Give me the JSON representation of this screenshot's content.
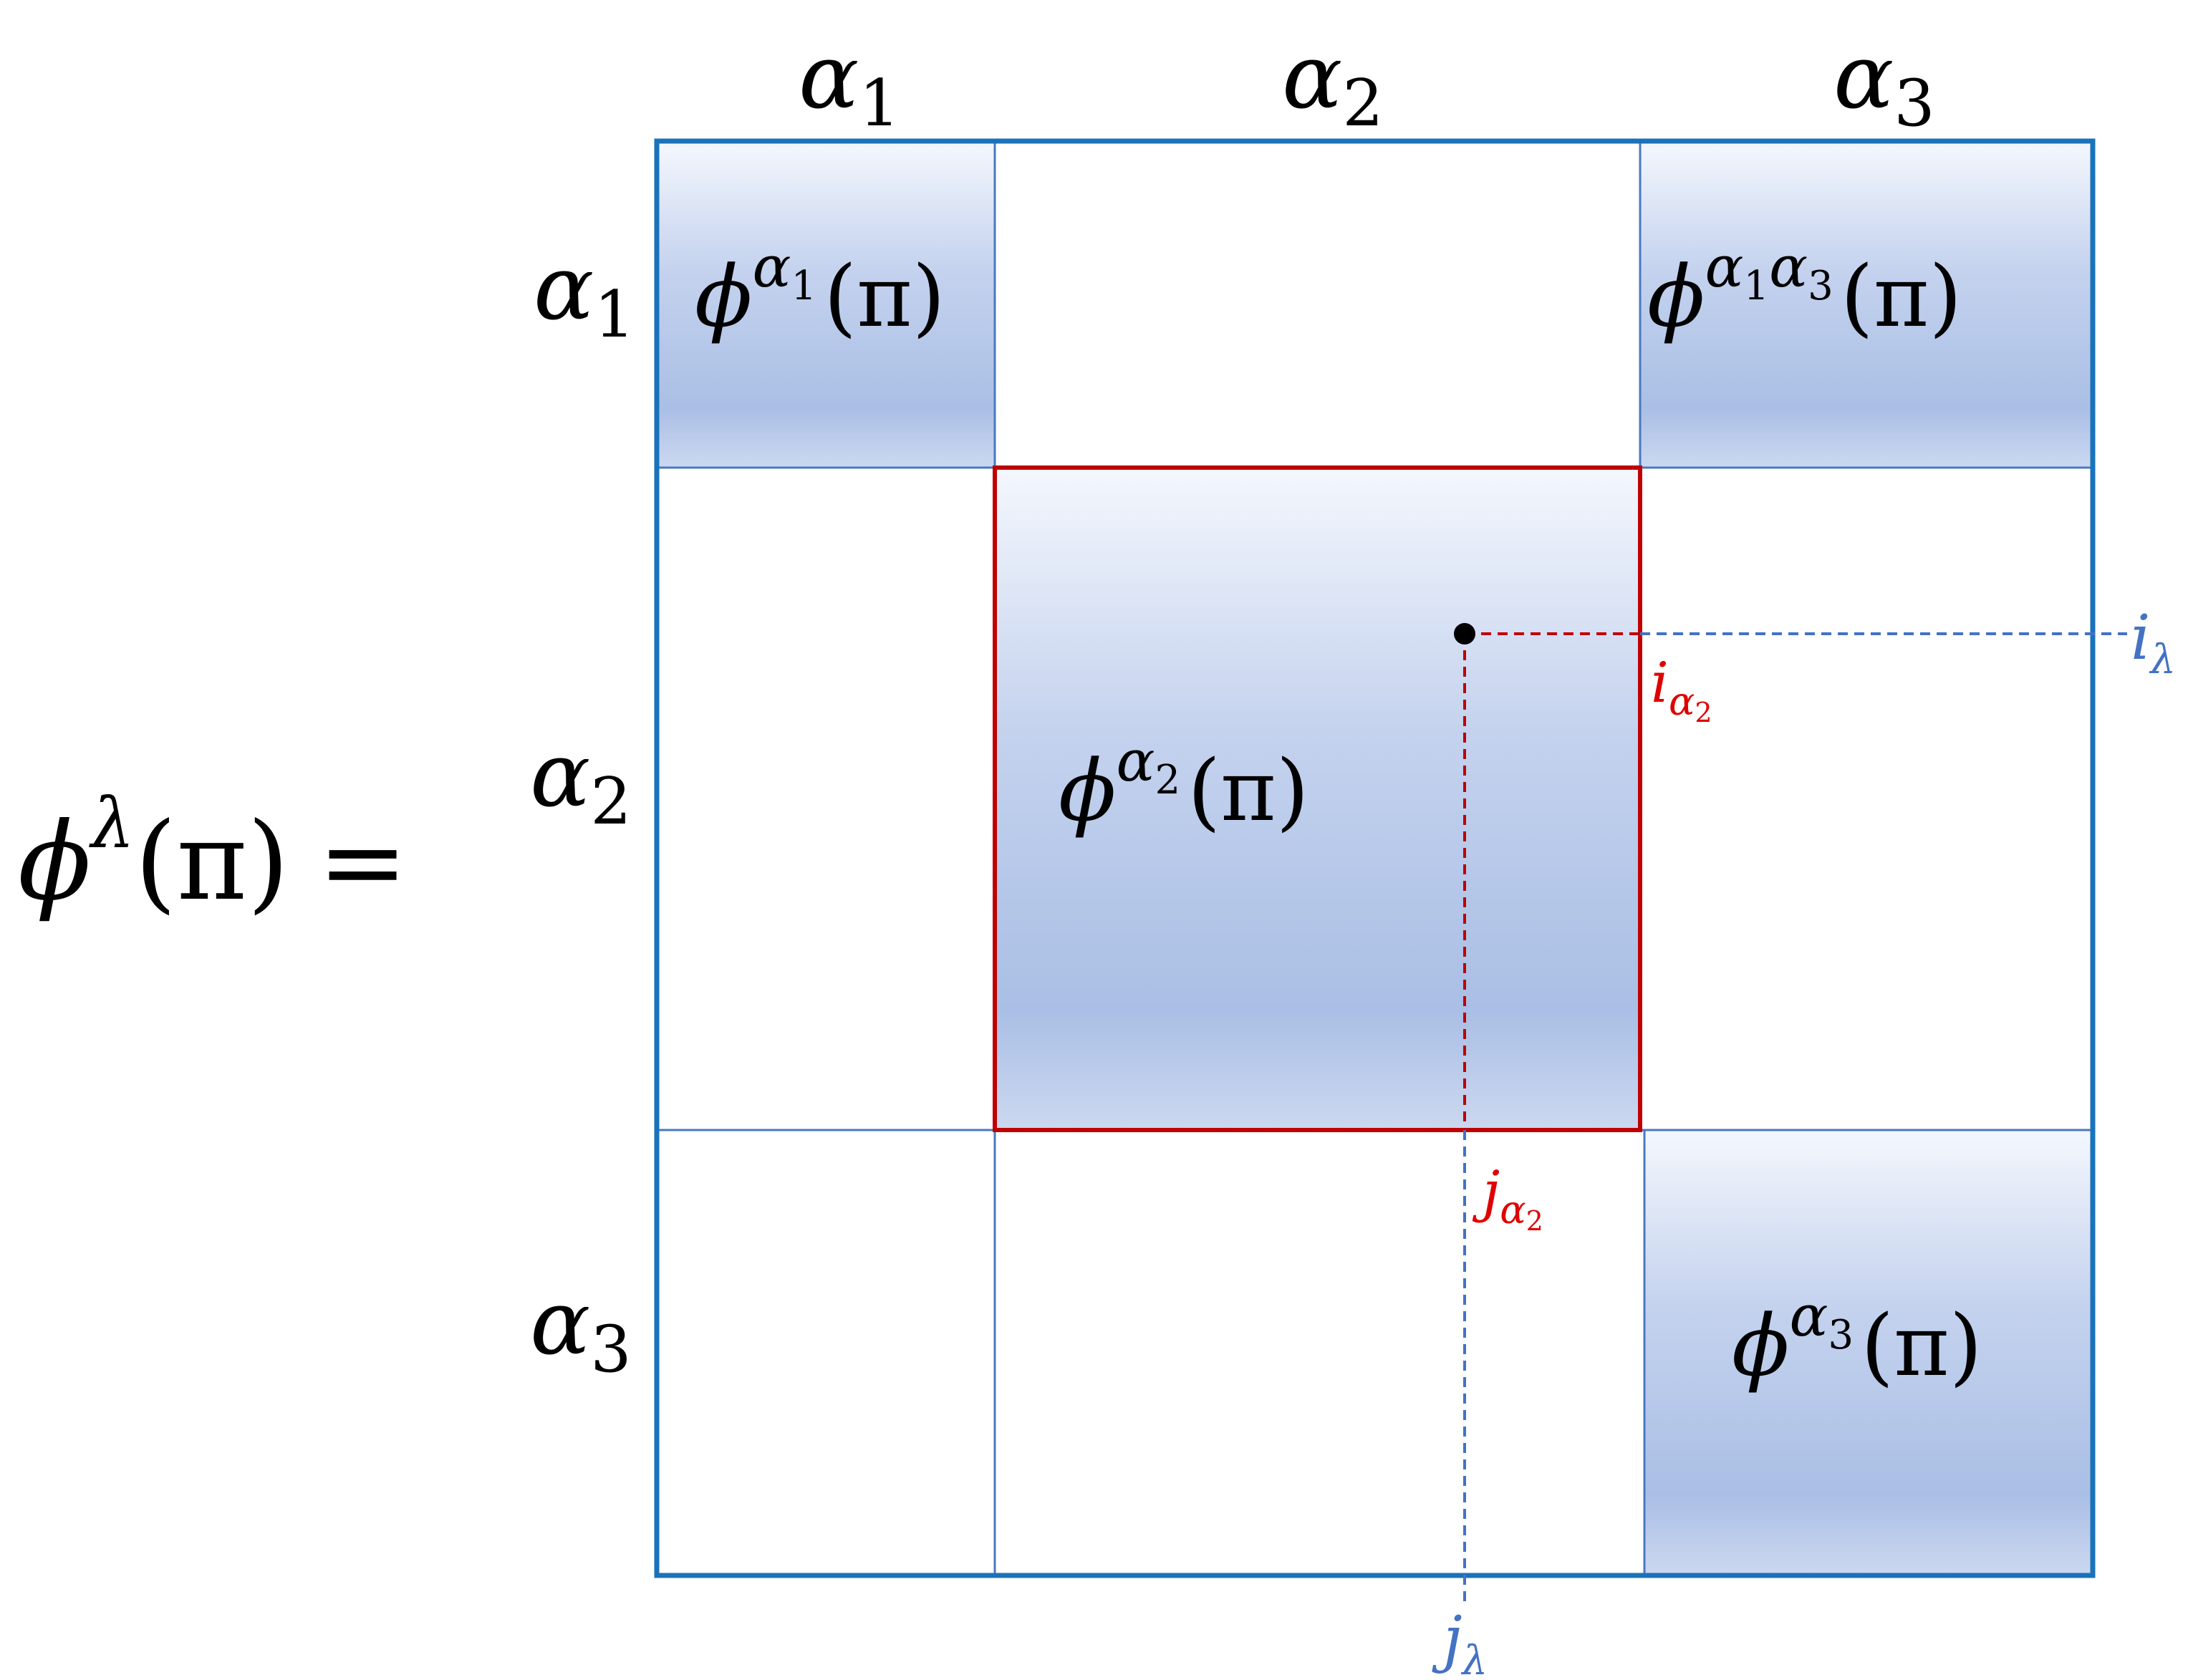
{
  "lhs": {
    "base": "ϕ",
    "sup": "λ",
    "arg": "(π)",
    "equals": "="
  },
  "col_headers": [
    {
      "base": "α",
      "sub": "1"
    },
    {
      "base": "α",
      "sub": "2"
    },
    {
      "base": "α",
      "sub": "3"
    }
  ],
  "row_headers": [
    {
      "base": "α",
      "sub": "1"
    },
    {
      "base": "α",
      "sub": "2"
    },
    {
      "base": "α",
      "sub": "3"
    }
  ],
  "blocks": {
    "a1": {
      "base": "ϕ",
      "sup": "α",
      "sup_sub": "1",
      "arg": "(π)"
    },
    "a1a3": {
      "base": "ϕ",
      "sup": "α",
      "sup_sub": "1",
      "sup2": "α",
      "sup2_sub": "3",
      "arg": "(π)"
    },
    "a2": {
      "base": "ϕ",
      "sup": "α",
      "sup_sub": "2",
      "arg": "(π)"
    },
    "a3": {
      "base": "ϕ",
      "sup": "α",
      "sup_sub": "3",
      "arg": "(π)"
    }
  },
  "index_labels": {
    "i_alpha2": {
      "base": "i",
      "sub": "α",
      "subsub": "2"
    },
    "j_alpha2": {
      "base": "j",
      "sub": "α",
      "subsub": "2"
    },
    "i_lambda": {
      "base": "i",
      "sub": "λ"
    },
    "j_lambda": {
      "base": "j",
      "sub": "λ"
    }
  },
  "colors": {
    "grid_border": "#1a72ba",
    "grid_lines": "#4a78c0",
    "highlight_border": "#c00000",
    "red_guide": "#c00000",
    "blue_guide": "#4472c4",
    "gradient_top": "#f2f5fc",
    "gradient_mid": "#aabfe5"
  }
}
